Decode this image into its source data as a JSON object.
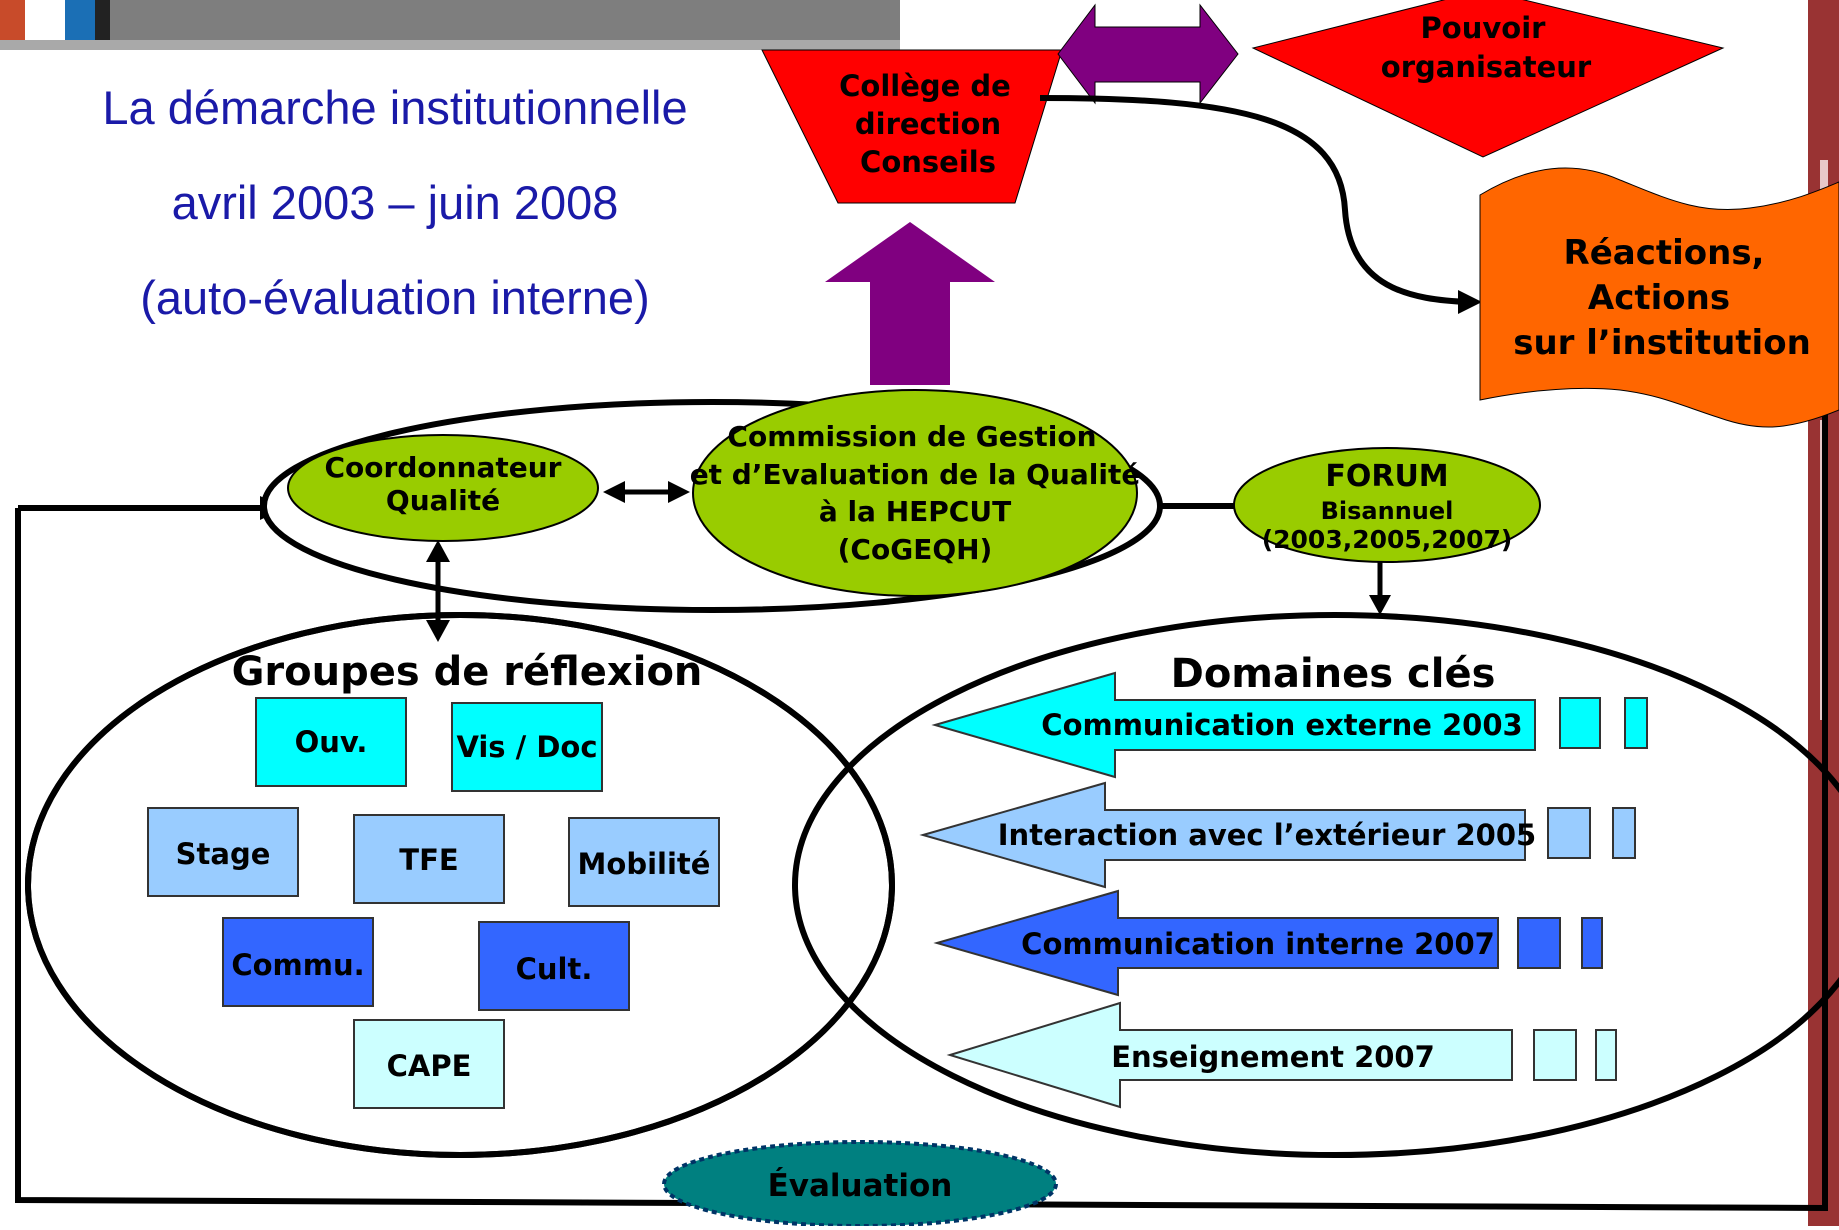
{
  "title": {
    "line1": "La démarche institutionnelle",
    "line2": "avril 2003 – juin 2008",
    "line3": "(auto-évaluation interne)"
  },
  "college": {
    "line1": "Collège de",
    "line2": "direction",
    "line3": "Conseils"
  },
  "pouvoir": {
    "line1": "Pouvoir",
    "line2": "organisateur"
  },
  "reactions": {
    "line1": "Réactions,",
    "line2": "Actions",
    "line3": "sur l’institution"
  },
  "coordonnateur": {
    "line1": "Coordonnateur",
    "line2": "Qualité"
  },
  "commission": {
    "line1": "Commission de Gestion",
    "line2": "et d’Evaluation de la Qualité",
    "line3": "à la HEPCUT",
    "line4": "(CoGEQH)"
  },
  "forum": {
    "line1": "FORUM",
    "line2": "Bisannuel",
    "line3": "(2003,2005,2007)"
  },
  "groupes": {
    "title": "Groupes de réflexion",
    "boxes": [
      "Ouv.",
      "Vis / Doc",
      "Stage",
      "TFE",
      "Mobilité",
      "Commu.",
      "Cult.",
      "CAPE"
    ]
  },
  "domaines": {
    "title": "Domaines clés",
    "arrows": [
      "Communication externe 2003",
      "Interaction avec l’extérieur 2005",
      "Communication interne 2007",
      "Enseignement 2007"
    ]
  },
  "evaluation": "Évaluation",
  "colors": {
    "title_text": "#1a1aa8",
    "college_fill": "#ff0000",
    "pouvoir_fill": "#ff0000",
    "reactions_fill": "#ff6600",
    "ellipse_green": "#99cc00",
    "purple_arrow": "#800080",
    "cyan": "#00ffff",
    "light_blue": "#99ccff",
    "medium_blue": "#3366ff",
    "pale_cyan": "#ccffff",
    "teal_ellipse": "#008080",
    "right_strip": "#993333"
  }
}
